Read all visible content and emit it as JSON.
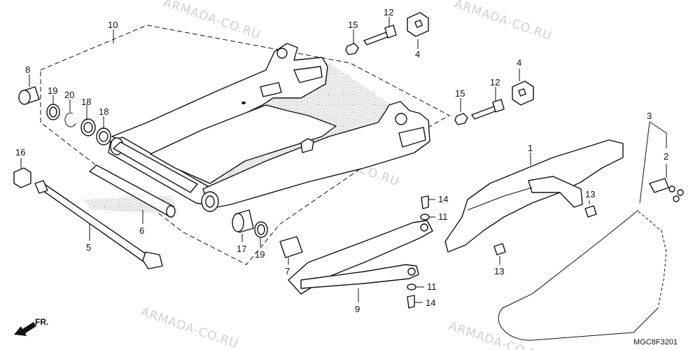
{
  "diagram": {
    "code": "MGC8F3201",
    "front_marker": "FR.",
    "watermark": "ARMADA-CO.RU",
    "callouts": {
      "c1": "1",
      "c2": "2",
      "c3": "3",
      "c4a": "4",
      "c4b": "4",
      "c5": "5",
      "c6": "6",
      "c7": "7",
      "c8": "8",
      "c9": "9",
      "c10": "10",
      "c11a": "11",
      "c11b": "11",
      "c12a": "12",
      "c12b": "12",
      "c13a": "13",
      "c13b": "13",
      "c14a": "14",
      "c14b": "14",
      "c15a": "15",
      "c15b": "15",
      "c16": "16",
      "c17": "17",
      "c18a": "18",
      "c18b": "18",
      "c19a": "19",
      "c19b": "19",
      "c20": "20"
    }
  }
}
